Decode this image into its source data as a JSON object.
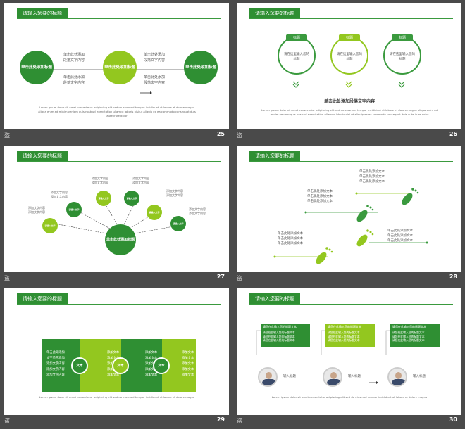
{
  "common": {
    "title": "请输入您要的标题",
    "lorem": "Lorem ipsum dolor sit amet consectetur adipiscing elit sed do eiusmod tempor incididunt ut labore et dolore magna aliqua enim ad minim veniam quis nostrud exercitation ullamco laboris nisi ut aliquip ex ea commodo consequat duis aute irure dolor",
    "lorem2": "Lorem ipsum dolor sit amet consectetur adipiscing elit sed do eiusmod tempor incididunt ut labore et dolore magna",
    "footer_icon": "盗"
  },
  "s25": {
    "num": "25",
    "c1": "单击此处添加标题",
    "c2": "单击此处添加标题",
    "c3": "单击此处添加标题",
    "t1": "单击此处添加\n段落文字内容",
    "t2": "单击此处添加\n段落文字内容",
    "t3": "单击此处添加\n段落文字内容",
    "t4": "单击此处添加\n段落文字内容",
    "arrow": "→"
  },
  "s26": {
    "num": "26",
    "items": [
      {
        "label": "标题",
        "text": "请在这里输入您的标题"
      },
      {
        "label": "标题",
        "text": "请在这里输入您的标题"
      },
      {
        "label": "标题",
        "text": "请在这里输入您的标题"
      }
    ],
    "center": "单击此处添加段落文字内容"
  },
  "s27": {
    "num": "27",
    "center": "单击此处添加标题",
    "node": "请输入文字",
    "label": "添加文字内容\n添加文字内容"
  },
  "s28": {
    "num": "28",
    "label": "单击此处添加文本\n单击此处添加文本\n单击此处添加文本"
  },
  "s29": {
    "num": "29",
    "left_text": "单击此处添加\n文字单击添加\n添加文字内容\n添加文字内容\n添加文字内容",
    "col_text": "添加文本\n添加文本\n添加文本\n添加文本\n添加文本",
    "circle": "文本"
  },
  "s30": {
    "num": "30",
    "box_title": "请您在此输入您的标题文本",
    "box_text": "请您在此输入您的标题文本\n请您在此输入您的标题文本\n请您在此输入您的标题文本",
    "name": "输入标题",
    "arrow": "→"
  }
}
